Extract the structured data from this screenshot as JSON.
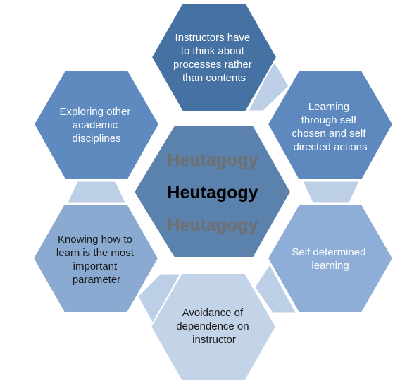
{
  "center": {
    "lines": [
      "Heutagogy",
      "Heutagogy",
      "Heutagogy"
    ]
  },
  "hexagons": [
    {
      "id": "top",
      "lines": [
        "Instructors have",
        "to think about",
        "processes rather",
        "than contents"
      ]
    },
    {
      "id": "upper-right",
      "lines": [
        "Learning",
        "through self",
        "chosen and self",
        "directed actions"
      ]
    },
    {
      "id": "lower-right",
      "lines": [
        "Self determined",
        "learning"
      ]
    },
    {
      "id": "bottom",
      "lines": [
        "Avoidance of",
        "dependence on",
        "instructor"
      ]
    },
    {
      "id": "lower-left",
      "lines": [
        "Knowing how to",
        "learn is the most",
        "important",
        "parameter"
      ]
    },
    {
      "id": "upper-left",
      "lines": [
        "Exploring other",
        "academic",
        "disciplines"
      ]
    }
  ],
  "colors": {
    "center_fill": "#5b82ad",
    "top_fill": "#4672a3",
    "upper_right_fill": "#5d89bf",
    "lower_right_fill": "#8eaed7",
    "bottom_fill": "#c3d3e8",
    "lower_left_fill": "#8aaad2",
    "upper_left_fill": "#5f8ac0",
    "connector_fill": "#bccfe6",
    "outline": "#ffffff"
  }
}
